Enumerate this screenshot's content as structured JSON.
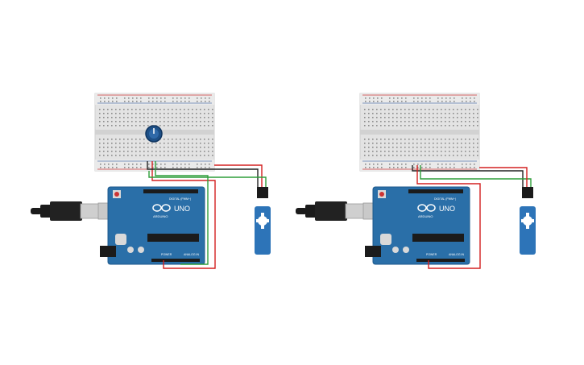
{
  "circuits": [
    {
      "id": "left",
      "has_potentiometer": true,
      "board": {
        "brand_label": "ARDUINO",
        "model_label": "UNO",
        "digital_label": "DIGITAL (PWM~)",
        "power_label": "POWER",
        "analog_label": "ANALOG IN"
      }
    },
    {
      "id": "right",
      "has_potentiometer": false,
      "board": {
        "brand_label": "ARDUINO",
        "model_label": "UNO",
        "digital_label": "DIGITAL (PWM~)",
        "power_label": "POWER",
        "analog_label": "ANALOG IN"
      }
    }
  ],
  "colors": {
    "board": "#2a6fa8",
    "board_dark": "#1f5a8c",
    "breadboard": "#e3e3e3",
    "rail_red": "#d03a3a",
    "rail_blue": "#5a7ab0",
    "wire_red": "#d32020",
    "wire_green": "#2e9e3a",
    "wire_black": "#222222",
    "servo": "#2d74b8",
    "usb": "#1b1b1b"
  },
  "icons": {
    "arduino_logo": "infinity-logo-icon",
    "potentiometer": "potentiometer-knob-icon",
    "servo": "servo-motor-icon",
    "usb": "usb-cable-icon"
  }
}
